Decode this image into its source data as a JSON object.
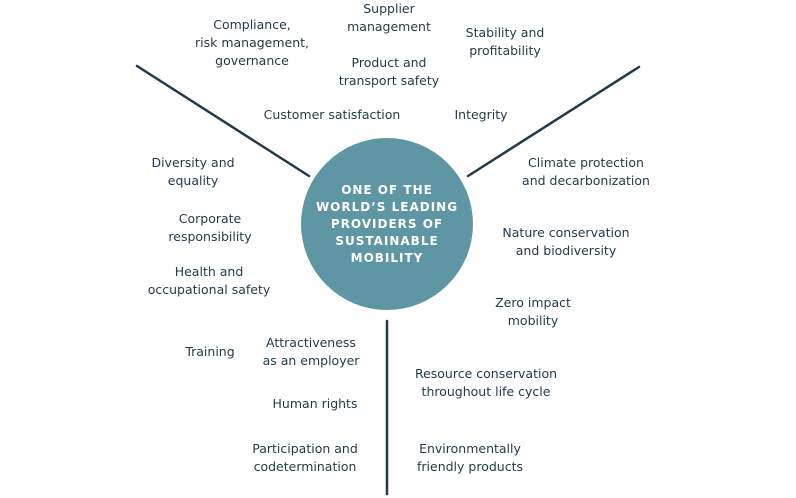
{
  "center": {
    "lines": [
      "ONE OF THE",
      "WORLD’S LEADING",
      "PROVIDERS OF",
      "SUSTAINABLE",
      "MOBILITY"
    ]
  },
  "topics": [
    {
      "id": "compliance",
      "lines": [
        "Compliance,",
        "risk management,",
        "governance"
      ]
    },
    {
      "id": "supplier-management",
      "lines": [
        "Supplier",
        "management"
      ]
    },
    {
      "id": "stability-profitability",
      "lines": [
        "Stability and",
        "profitability"
      ]
    },
    {
      "id": "product-transport-safety",
      "lines": [
        "Product and",
        "transport safety"
      ]
    },
    {
      "id": "customer-satisfaction",
      "lines": [
        "Customer satisfaction"
      ]
    },
    {
      "id": "integrity",
      "lines": [
        "Integrity"
      ]
    },
    {
      "id": "diversity-equality",
      "lines": [
        "Diversity and",
        "equality"
      ]
    },
    {
      "id": "corporate-responsibility",
      "lines": [
        "Corporate",
        "responsibility"
      ]
    },
    {
      "id": "health-safety",
      "lines": [
        "Health and",
        "occupational safety"
      ]
    },
    {
      "id": "training",
      "lines": [
        "Training"
      ]
    },
    {
      "id": "attractiveness-employer",
      "lines": [
        "Attractiveness",
        "as an employer"
      ]
    },
    {
      "id": "human-rights",
      "lines": [
        "Human rights"
      ]
    },
    {
      "id": "participation-codetermination",
      "lines": [
        "Participation and",
        "codetermination"
      ]
    },
    {
      "id": "climate-protection",
      "lines": [
        "Climate protection",
        "and decarbonization"
      ]
    },
    {
      "id": "nature-conservation",
      "lines": [
        "Nature conservation",
        "and biodiversity"
      ]
    },
    {
      "id": "zero-impact-mobility",
      "lines": [
        "Zero impact",
        "mobility"
      ]
    },
    {
      "id": "resource-conservation",
      "lines": [
        "Resource conservation",
        "throughout life cycle"
      ]
    },
    {
      "id": "environmentally-friendly-products",
      "lines": [
        "Environmentally",
        "friendly products"
      ]
    }
  ],
  "colors": {
    "circle": "#5f96a4",
    "line": "#1f3a4a",
    "text": "#1f3a4a"
  }
}
